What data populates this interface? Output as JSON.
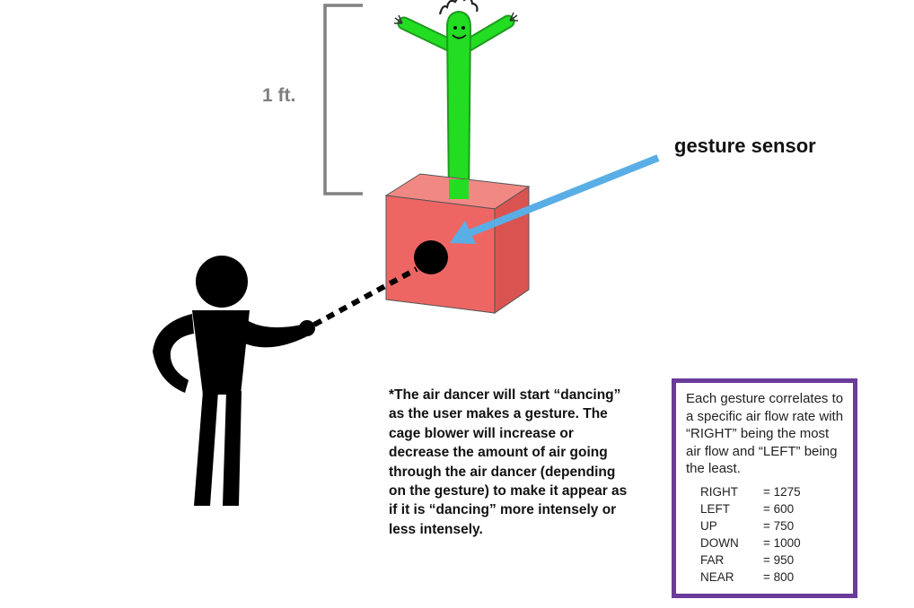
{
  "height_label": "1 ft.",
  "sensor_label": "gesture sensor",
  "description": "*The air dancer will start “dancing” as the user makes a gesture. The cage blower will increase or decrease the amount of air going through the air dancer (depending on the gesture) to make it appear as if it is “dancing” more intensely or less intensely.",
  "legend": {
    "intro": "Each gesture correlates to a specific air flow rate with “RIGHT” being the most air flow and “LEFT” being the least.",
    "rates": [
      {
        "gesture": "RIGHT",
        "value": "= 1275"
      },
      {
        "gesture": "LEFT",
        "value": "= 600"
      },
      {
        "gesture": "UP",
        "value": "= 750"
      },
      {
        "gesture": "DOWN",
        "value": "= 1000"
      },
      {
        "gesture": "FAR",
        "value": "= 950"
      },
      {
        "gesture": "NEAR",
        "value": "= 800"
      }
    ]
  },
  "colors": {
    "bracket": "#808080",
    "box_front": "#ee6663",
    "box_top": "#f28884",
    "box_side": "#d95451",
    "air_dancer": "#22dd22",
    "arrow": "#5aaee6",
    "legend_border": "#6a3b9a",
    "figure": "#000000"
  }
}
